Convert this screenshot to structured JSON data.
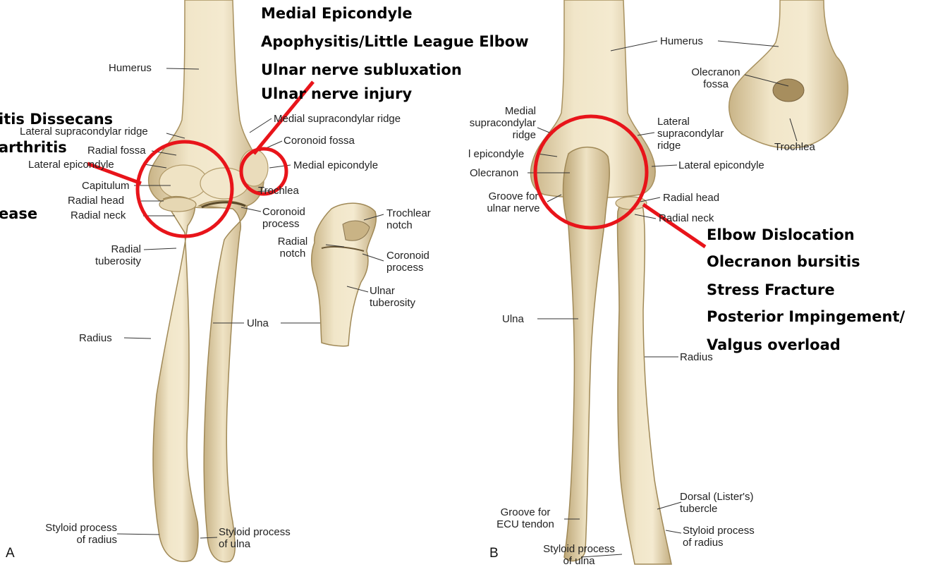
{
  "panel_a": {
    "letter": "A",
    "labels": {
      "humerus": "Humerus",
      "lateral_supracondylar_ridge": "Lateral supracondylar ridge",
      "radial_fossa": "Radial fossa",
      "lateral_epicondyle": "Lateral epicondyle",
      "capitulum": "Capitulum",
      "radial_head": "Radial head",
      "radial_neck": "Radial neck",
      "radial_tuberosity": "Radial\ntuberosity",
      "radius": "Radius",
      "medial_supracondylar_ridge": "Medial supracondylar ridge",
      "coronoid_fossa": "Coronoid fossa",
      "medial_epicondyle": "Medial epicondyle",
      "trochlea": "Trochlea",
      "coronoid_process": "Coronoid\nprocess",
      "ulna": "Ulna",
      "styloid_radius": "Styloid process\nof radius",
      "styloid_ulna": "Styloid process\nof ulna"
    },
    "inset": {
      "trochlear_notch": "Trochlear\nnotch",
      "radial_notch": "Radial\nnotch",
      "coronoid_process": "Coronoid\nprocess",
      "ulnar_tuberosity": "Ulnar\ntuberosity"
    }
  },
  "panel_b": {
    "letter": "B",
    "labels": {
      "humerus": "Humerus",
      "olecranon_fossa": "Olecranon\nfossa",
      "trochlea": "Trochlea",
      "medial_supracondylar_ridge": "Medial\nsupracondylar\nridge",
      "lateral_supracondylar_ridge": "Lateral\nsupracondylar\nridge",
      "medial_epicondyle": "l epicondyle",
      "lateral_epicondyle": "Lateral epicondyle",
      "olecranon": "Olecranon",
      "groove_ulnar_nerve": "Groove for\nulnar nerve",
      "radial_head": "Radial head",
      "radial_neck": "Radial neck",
      "ulna": "Ulna",
      "radius": "Radius",
      "groove_ecu": "Groove for\nECU tendon",
      "styloid_ulna": "Styloid process\nof ulna",
      "dorsal_tubercle": "Dorsal (Lister's)\ntubercle",
      "styloid_radius": "Styloid process\nof radius"
    }
  },
  "annotations": {
    "medial_group": [
      "Medial Epicondyle",
      "Apophysitis/Little League Elbow",
      "Ulnar nerve subluxation",
      "Ulnar nerve injury"
    ],
    "lateral_group": [
      "itis Dissecans",
      "arthritis",
      "ease"
    ],
    "posterior_group": [
      "Elbow Dislocation",
      "Olecranon bursitis",
      "Stress Fracture",
      "Posterior Impingement/",
      "Valgus overload"
    ]
  },
  "colors": {
    "bone_fill": "#ecdfc0",
    "bone_shade": "#cdb98f",
    "bone_outline": "#8a7650",
    "highlight": "#e8141a"
  }
}
